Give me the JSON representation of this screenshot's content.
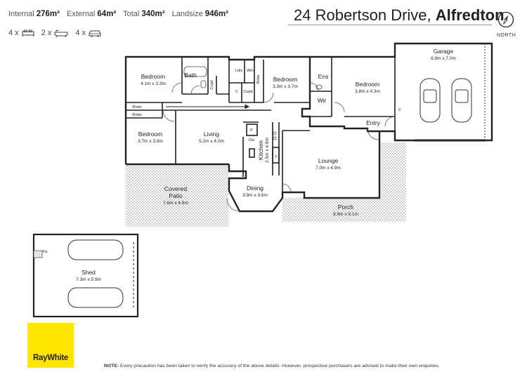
{
  "header": {
    "internal_label": "Internal",
    "internal_value": "276m²",
    "external_label": "External",
    "external_value": "64m²",
    "total_label": "Total",
    "total_value": "340m²",
    "landsize_label": "Landsize",
    "landsize_value": "946m²"
  },
  "features": [
    {
      "count": "4 x",
      "icon": "bed-icon"
    },
    {
      "count": "2 x",
      "icon": "bath-icon"
    },
    {
      "count": "4 x",
      "icon": "car-icon"
    }
  ],
  "address": {
    "street": "24 Robertson Drive,",
    "suburb": "Alfredton"
  },
  "compass": {
    "label": "NORTH",
    "icon": "compass-icon"
  },
  "rooms": {
    "bed1": {
      "name": "Bedroom",
      "dim": "4.1m x 3.3m"
    },
    "bath": {
      "name": "Bath"
    },
    "bed2": {
      "name": "Bedroom",
      "dim": "3.3m x 3.7m"
    },
    "ens": {
      "name": "Ens"
    },
    "bed3": {
      "name": "Bedroom",
      "dim": "3.8m x 4.3m"
    },
    "wir": {
      "name": "Wir"
    },
    "garage": {
      "name": "Garage",
      "dim": "6.9m x 7.0m"
    },
    "robe1": {
      "name": "Robe"
    },
    "robe2": {
      "name": "Robe"
    },
    "robe3": {
      "name": "Robe"
    },
    "ldry": {
      "name": "Ldry"
    },
    "wm": {
      "name": "Wm"
    },
    "cupd1": {
      "name": "Cupd"
    },
    "cupd2": {
      "name": "Cupd"
    },
    "c1": {
      "name": "C"
    },
    "c2": {
      "name": "C"
    },
    "bed4": {
      "name": "Bedroom",
      "dim": "3.7m x 3.8m"
    },
    "living": {
      "name": "Living",
      "dim": "5.2m x 4.0m"
    },
    "kitchen": {
      "name": "Kitchen",
      "dim": "2.5m x 4.9m"
    },
    "p": {
      "name": "P"
    },
    "dw": {
      "name": "Dw"
    },
    "f": {
      "name": "F"
    },
    "entry": {
      "name": "Entry"
    },
    "lounge": {
      "name": "Lounge",
      "dim": "7.0m x 4.9m"
    },
    "patio": {
      "name1": "Covered",
      "name2": "Patio",
      "dim": "7.6m x 4.6m"
    },
    "dining": {
      "name": "Dining",
      "dim": "3.9m x 3.6m"
    },
    "porch": {
      "name": "Porch",
      "dim": "8.9m x 6.1m"
    },
    "shed": {
      "name": "Shed",
      "dim": "7.3m x 5.9m"
    },
    "fp": {
      "name": "Fp"
    }
  },
  "brand": {
    "logo_text": "RayWhite",
    "color": "#ffe600"
  },
  "footer": {
    "note_label": "NOTE:",
    "note_text": "Every precaution has been taken to verify the accuracy of the above details. However, prospective purchasers are advised to make their own enquiries."
  }
}
